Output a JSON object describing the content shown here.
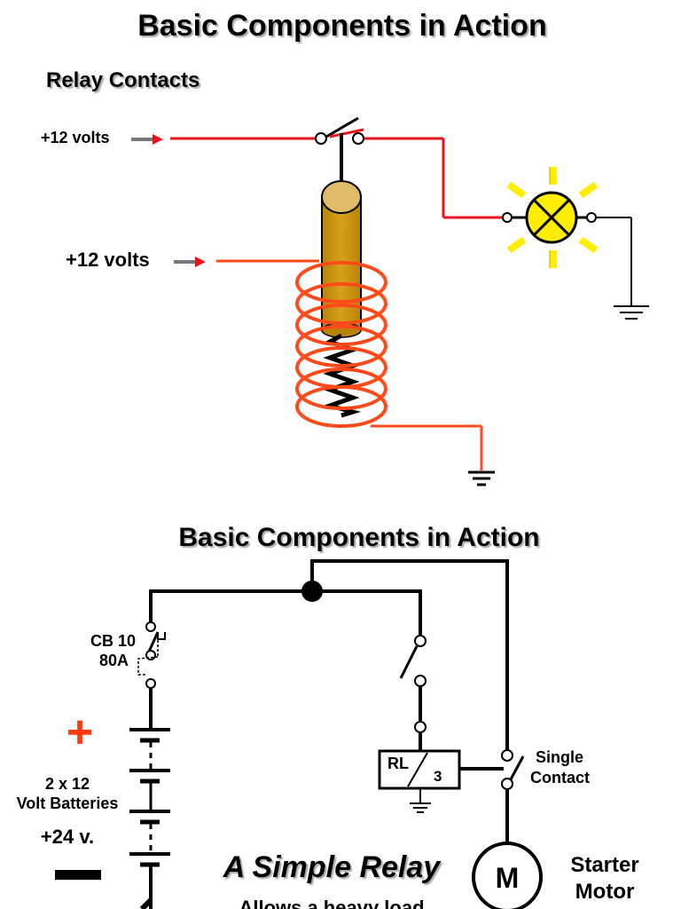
{
  "top": {
    "title": "Basic Components in Action",
    "subtitle": "Relay Contacts",
    "label_contact_voltage": "+12 volts",
    "label_coil_voltage": "+12 volts"
  },
  "bottom": {
    "title": "Basic Components in Action",
    "breaker_label_line1": "CB 10",
    "breaker_label_line2": "80A",
    "positive_sign": "+",
    "battery_label_line1": "2 x 12",
    "battery_label_line2": "Volt Batteries",
    "battery_voltage": "+24 v.",
    "relay_label": "RL",
    "relay_number": "3",
    "contact_label_line1": "Single",
    "contact_label_line2": "Contact",
    "motor_symbol": "M",
    "motor_label_line1": "Starter",
    "motor_label_line2": "Motor",
    "caption": "A Simple Relay",
    "caption_sub": "Allows a heavy load"
  },
  "colors": {
    "wire_live": "#e8141c",
    "wire_neutral": "#000000",
    "coil": "#ff4a1a",
    "plunger": "#c8920c",
    "lamp_fill": "#ffee00",
    "lamp_rays": "#ffee00",
    "positive_sign": "#ff3a10"
  },
  "icons": {
    "arrow": "arrow-right-icon",
    "ground": "ground-icon",
    "lamp": "lamp-icon",
    "motor": "motor-icon"
  }
}
